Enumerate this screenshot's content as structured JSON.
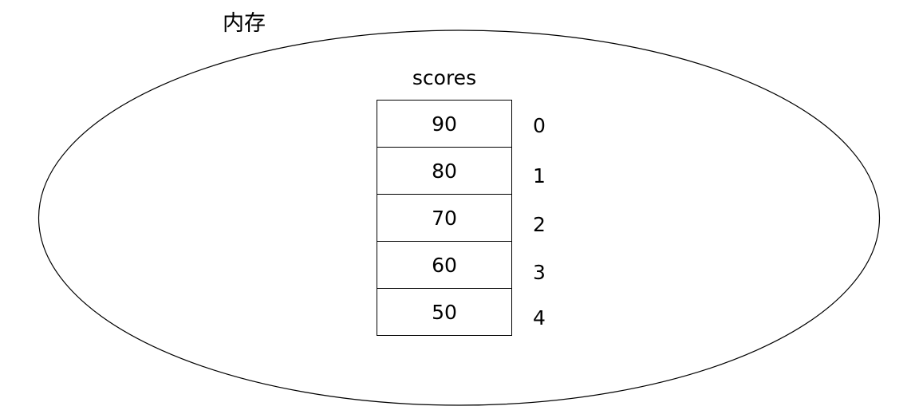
{
  "diagram": {
    "memory_label": "内存",
    "array": {
      "name": "scores",
      "cells": [
        {
          "value": "90",
          "index": "0"
        },
        {
          "value": "80",
          "index": "1"
        },
        {
          "value": "70",
          "index": "2"
        },
        {
          "value": "60",
          "index": "3"
        },
        {
          "value": "50",
          "index": "4"
        }
      ]
    },
    "colors": {
      "stroke": "#000000",
      "background": "#ffffff",
      "text": "#000000"
    }
  }
}
